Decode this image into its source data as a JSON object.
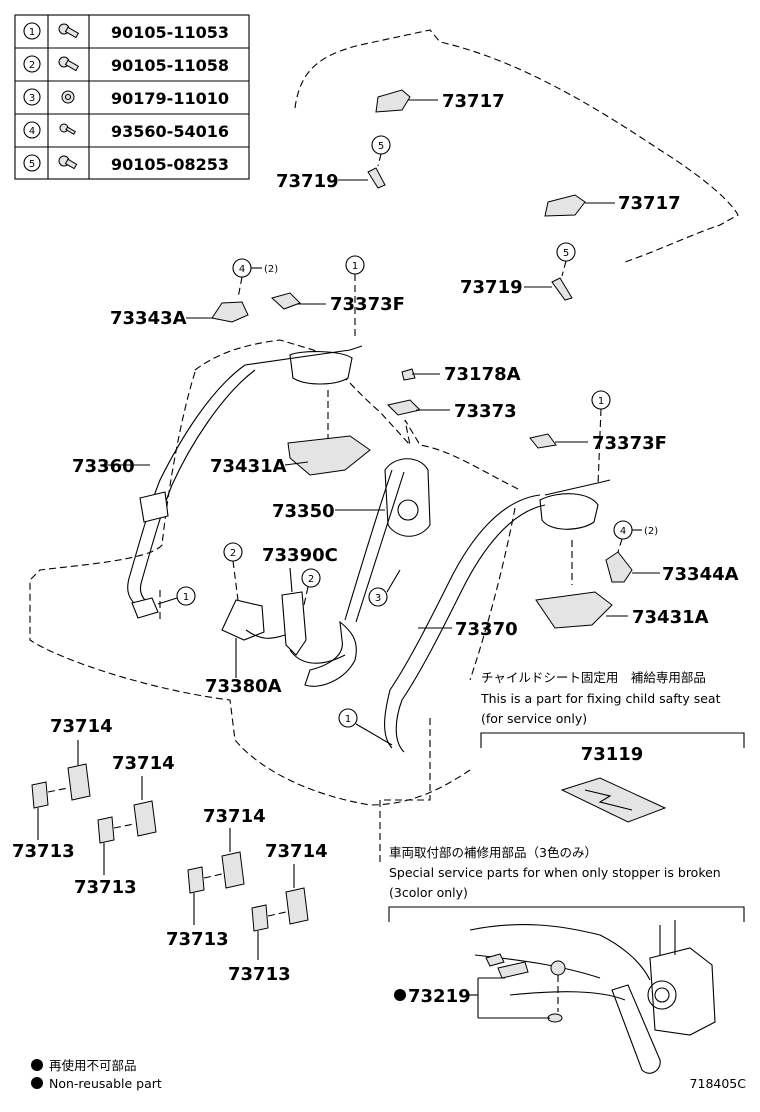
{
  "fastener_table": [
    {
      "ref": "1",
      "part_no": "90105-11053"
    },
    {
      "ref": "2",
      "part_no": "90105-11058"
    },
    {
      "ref": "3",
      "part_no": "90179-11010"
    },
    {
      "ref": "4",
      "part_no": "93560-54016"
    },
    {
      "ref": "5",
      "part_no": "90105-08253"
    }
  ],
  "callouts": {
    "c1": "73717",
    "c2": "73719",
    "c3": "73717",
    "c4": "73719",
    "c5": "73343A",
    "c6": "73373F",
    "c7": "73178A",
    "c8": "73373",
    "c9": "73360",
    "c10": "73431A",
    "c11": "73373F",
    "c12": "73350",
    "c13": "73390C",
    "c14": "73344A",
    "c15": "73431A",
    "c16": "73370",
    "c17": "73380A",
    "c18": "73714",
    "c19": "73714",
    "c20": "73713",
    "c21": "73713",
    "c22": "73714",
    "c23": "73714",
    "c24": "73713",
    "c25": "73713",
    "c26": "73119",
    "c27": "73219"
  },
  "circle_refs": {
    "r5a": "5",
    "r5b": "5",
    "r4a": "4",
    "r4a_qty": "(2)",
    "r1a": "1",
    "r1b": "1",
    "r4b": "4",
    "r4b_qty": "(2)",
    "r2a": "2",
    "r2b": "2",
    "r3": "3",
    "r1c": "1",
    "r1d": "1"
  },
  "child_seat_note": {
    "jp": "チャイルドシート固定用　補給専用部品",
    "en1": "This is a part for fixing child safty seat",
    "en2": "(for service only)"
  },
  "stopper_note": {
    "jp": "車両取付部の補修用部品（3色のみ）",
    "en1": "Special service parts for when only stopper is broken",
    "en2": "(3color only)"
  },
  "legend": {
    "jp": "再使用不可部品",
    "en": "Non-reusable part"
  },
  "illustration_code": "718405C"
}
